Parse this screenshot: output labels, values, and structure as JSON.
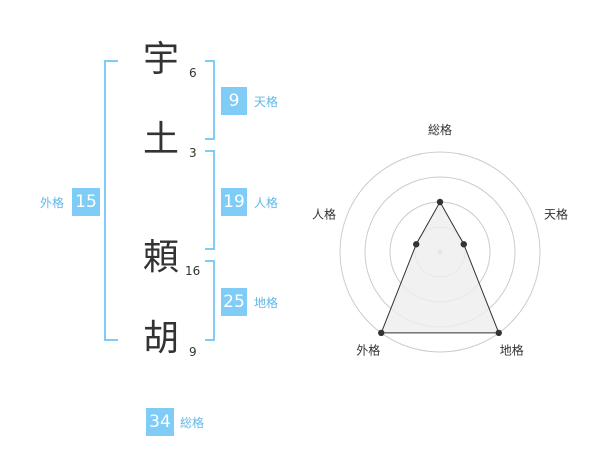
{
  "name": {
    "chars": [
      {
        "char": "宇",
        "strokes": "6"
      },
      {
        "char": "土",
        "strokes": "3"
      },
      {
        "char": "頼",
        "strokes": "16"
      },
      {
        "char": "胡",
        "strokes": "9"
      }
    ]
  },
  "kaku": {
    "tenkaku": {
      "value": "9",
      "label": "天格"
    },
    "jinkaku": {
      "value": "19",
      "label": "人格"
    },
    "chikaku": {
      "value": "25",
      "label": "地格"
    },
    "gaikaku": {
      "value": "15",
      "label": "外格"
    },
    "soukaku": {
      "value": "34",
      "label": "総格"
    }
  },
  "colors": {
    "accent": "#7fcdf6",
    "accent_text": "#60b7ea",
    "bracket": "#7fcdf6",
    "ring": "#cccccc",
    "radar_fill": "#eeeeee",
    "radar_line": "#333333"
  },
  "radar": {
    "labels": [
      "総格",
      "天格",
      "地格",
      "外格",
      "人格"
    ],
    "levels": 4,
    "values": [
      2,
      1,
      4,
      4,
      1
    ]
  }
}
